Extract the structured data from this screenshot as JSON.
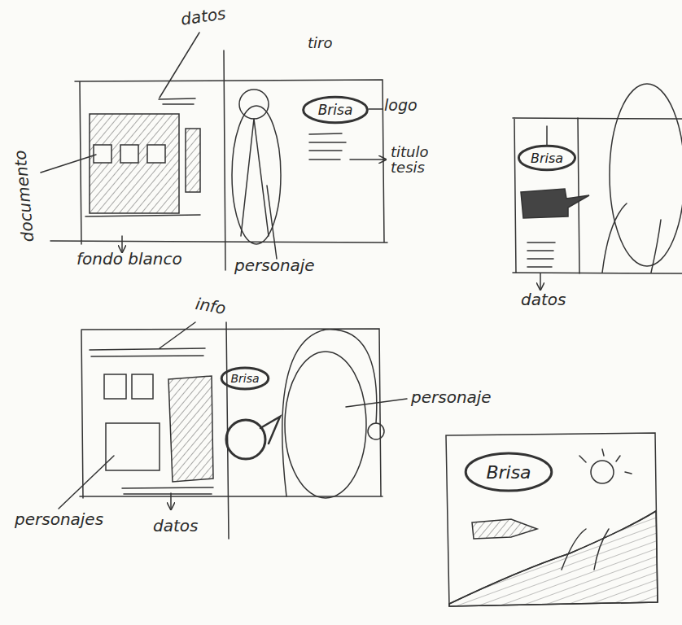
{
  "diagram": {
    "nodes": [
      {
        "text": [
          "Brisa"
        ]
      },
      {
        "text": [
          "Brisa"
        ]
      },
      {
        "text": [
          "Brisa"
        ]
      },
      {
        "text": [
          "Brisa"
        ]
      }
    ],
    "labels": [
      "datos",
      "tiro",
      "logo",
      "titulo tesis",
      "documento",
      "fondo blanco",
      "personaje",
      "datos",
      "info",
      "personaje",
      "personajes",
      "datos"
    ]
  }
}
